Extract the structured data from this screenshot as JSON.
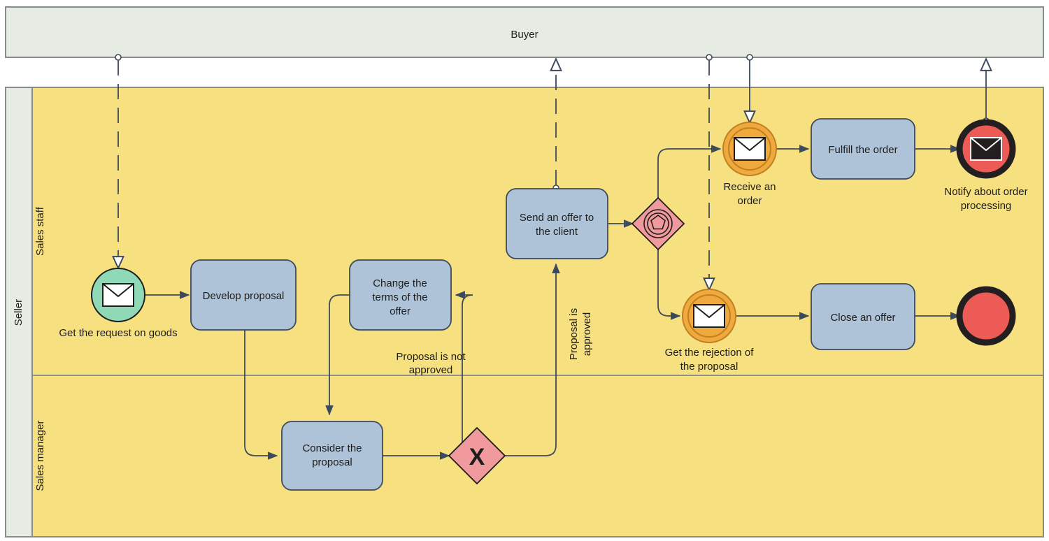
{
  "diagram": {
    "type": "bpmn-cross-functional-flowchart",
    "title": "Buyer / Seller order process",
    "colors": {
      "pool_buyer_fill": "#e6ebe4",
      "pool_seller_fill": "#f7e07f",
      "lane_header_fill": "#e6ebe4",
      "task_fill": "#aec3d8",
      "task_stroke": "#3d4a5c",
      "gateway_fill": "#f09a9d",
      "gateway_stroke": "#1d1d1b",
      "start_event_fill": "#8fd9b6",
      "intermediate_event_fill": "#f0a93c",
      "end_event_fill": "#ec5b55",
      "end_event_stroke": "#231f20",
      "border": "#868c8b",
      "connector": "#3d4a5c",
      "text": "#1d1d1b"
    }
  },
  "pools": [
    {
      "id": "buyer",
      "label": "Buyer"
    },
    {
      "id": "seller",
      "label": "Seller"
    }
  ],
  "lanes": [
    {
      "id": "sales-staff",
      "label": "Sales staff"
    },
    {
      "id": "sales-manager",
      "label": "Sales manager"
    }
  ],
  "events": [
    {
      "id": "start-get-request",
      "kind": "start-message",
      "label": "Get the request on goods",
      "fill": "#8fd9b6"
    },
    {
      "id": "receive-order",
      "kind": "intermediate-message",
      "label": "Receive an order",
      "label_line1": "Receive an",
      "label_line2": "order",
      "fill": "#f0a93c"
    },
    {
      "id": "get-rejection",
      "kind": "intermediate-message",
      "label": "Get the rejection of the proposal",
      "label_line1": "Get the rejection of",
      "label_line2": "the proposal",
      "fill": "#f0a93c"
    },
    {
      "id": "end-notify",
      "kind": "end-message",
      "label": "Notify about order processing",
      "label_line1": "Notify about order",
      "label_line2": "processing",
      "fill": "#ec5b55"
    },
    {
      "id": "end-terminate",
      "kind": "end-plain",
      "label": "",
      "fill": "#ec5b55"
    }
  ],
  "tasks": [
    {
      "id": "develop-proposal",
      "label": "Develop proposal",
      "lines": [
        "Develop proposal"
      ],
      "lane": "sales-staff"
    },
    {
      "id": "change-terms",
      "label": "Change the terms of the offer",
      "lines": [
        "Change the",
        "terms of the",
        "offer"
      ],
      "lane": "sales-staff"
    },
    {
      "id": "send-offer",
      "label": "Send an offer to the client",
      "lines": [
        "Send an offer to",
        "the client"
      ],
      "lane": "sales-staff"
    },
    {
      "id": "fulfill-order",
      "label": "Fulfill the order",
      "lines": [
        "Fulfill the order"
      ],
      "lane": "sales-staff"
    },
    {
      "id": "close-offer",
      "label": "Close an offer",
      "lines": [
        "Close an offer"
      ],
      "lane": "sales-staff"
    },
    {
      "id": "consider-proposal",
      "label": "Consider the proposal",
      "lines": [
        "Consider the",
        "proposal"
      ],
      "lane": "sales-manager"
    }
  ],
  "gateways": [
    {
      "id": "event-based-gateway",
      "kind": "event-based",
      "symbol": "pentagon",
      "label": ""
    },
    {
      "id": "exclusive-gateway",
      "kind": "exclusive",
      "symbol": "X",
      "label": ""
    }
  ],
  "flow_labels": [
    {
      "id": "proposal-not-approved",
      "text": "Proposal is not approved",
      "lines": [
        "Proposal is not",
        "approved"
      ]
    },
    {
      "id": "proposal-approved",
      "text": "Proposal is approved",
      "lines": [
        "Proposal is",
        "approved"
      ]
    }
  ]
}
